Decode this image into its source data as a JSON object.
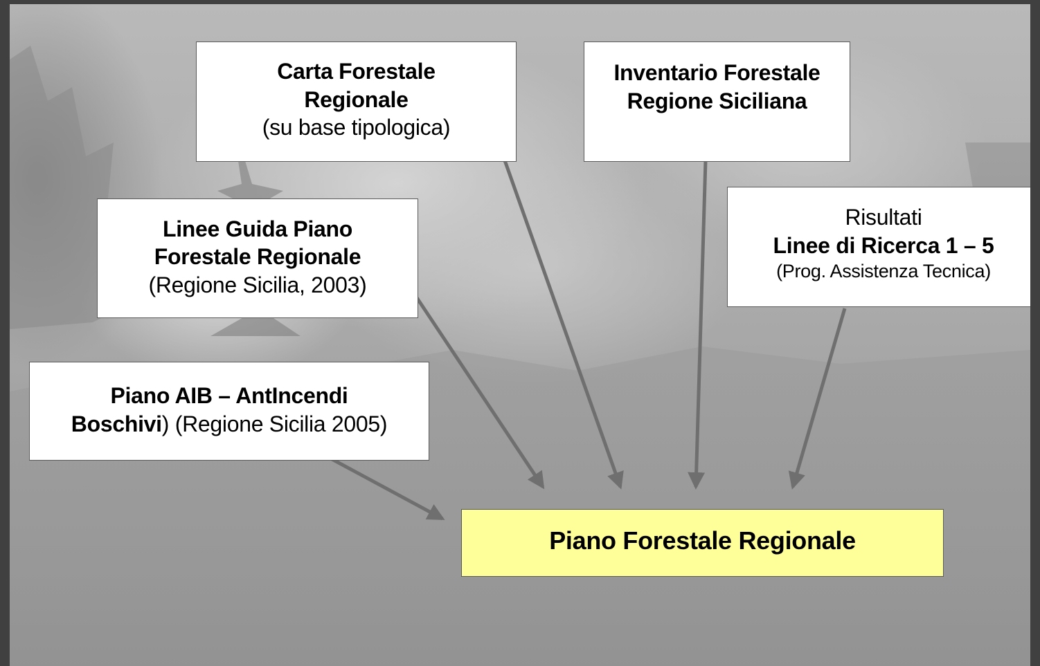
{
  "diagram": {
    "target": {
      "label": "Piano Forestale Regionale",
      "fill": "#ffff99"
    },
    "sources": {
      "carta": {
        "line1": "Carta Forestale",
        "line2": "Regionale",
        "line3": "(su base tipologica)"
      },
      "inventario": {
        "line1": "Inventario Forestale",
        "line2": "Regione Siciliana"
      },
      "linee_guida": {
        "line1": "Linee Guida Piano",
        "line2": "Forestale Regionale",
        "line3": "(Regione Sicilia, 2003)"
      },
      "risultati": {
        "line1": "Risultati",
        "line2": "Linee di Ricerca 1 – 5",
        "line3": "(Prog. Assistenza Tecnica)"
      },
      "piano_aib": {
        "line1": "Piano AIB – AntIncendi",
        "line2_bold": "Boschivi",
        "line2_rest": ") (Regione Sicilia 2005)"
      }
    },
    "connections": [
      {
        "from": "piano_aib",
        "to": "target"
      },
      {
        "from": "linee_guida",
        "to": "target"
      },
      {
        "from": "carta",
        "to": "target"
      },
      {
        "from": "inventario",
        "to": "target"
      },
      {
        "from": "risultati",
        "to": "target"
      }
    ],
    "colors": {
      "arrow": "#6f6f6f",
      "box_border": "#5a5a5a",
      "frame": "#404040"
    }
  }
}
